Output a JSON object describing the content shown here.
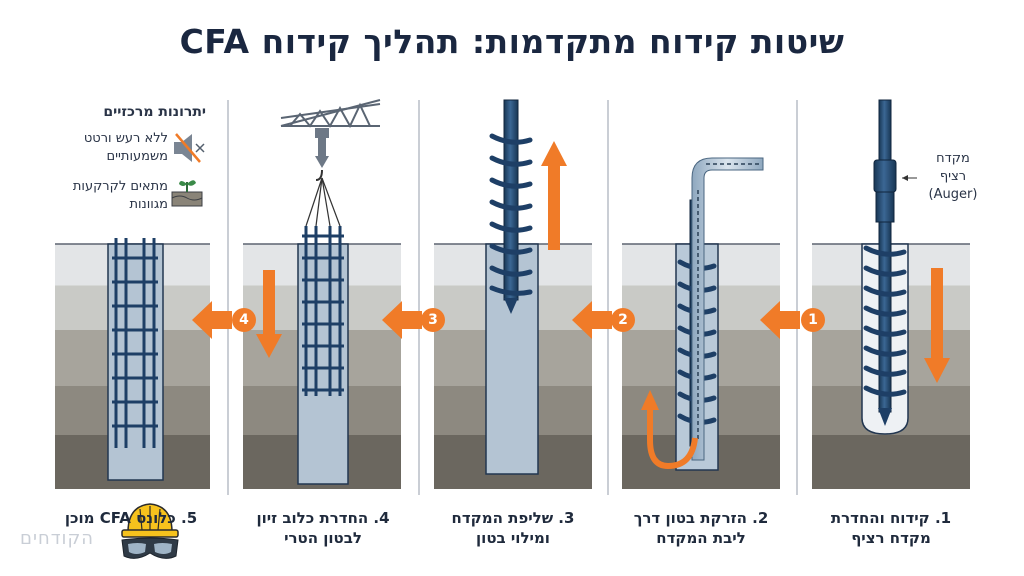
{
  "title": "שיטות קידוח מתקדמות: תהליך קידוח CFA",
  "steps": [
    {
      "line1": "1. קידוח והחדרת",
      "line2": "מקדח רציף"
    },
    {
      "line1": "2. הזרקת בטון דרך",
      "line2": "ליבת המקדח"
    },
    {
      "line1": "3. שליפת המקדח",
      "line2": "ומילוי בטון"
    },
    {
      "line1": "4. החדרת כלוב זיון",
      "line2": "לבטון הטרי"
    },
    {
      "line1": "5. כלונס CFA מוכן",
      "line2": ""
    }
  ],
  "step_badges": [
    "1",
    "2",
    "3",
    "4"
  ],
  "auger_label": {
    "line1": "מקדח",
    "line2": "רציף",
    "line3": "(Auger)"
  },
  "advantages": {
    "heading": "יתרונות מרכזיים",
    "items": [
      {
        "line1": "ללא רעש ורטט",
        "line2": "משמעותיים",
        "icon": "muted-speaker-icon"
      },
      {
        "line1": "מתאים לקרקעות",
        "line2": "מגוונות",
        "icon": "soil-plant-icon"
      }
    ]
  },
  "watermark": "הקודחים",
  "colors": {
    "arrow": "#f07b28",
    "auger": "#1e3f66",
    "concrete": "#b4c4d3",
    "soil_top": "#d5d8dc",
    "soil_mid": "#a8a39a",
    "soil_low": "#6b675f"
  }
}
